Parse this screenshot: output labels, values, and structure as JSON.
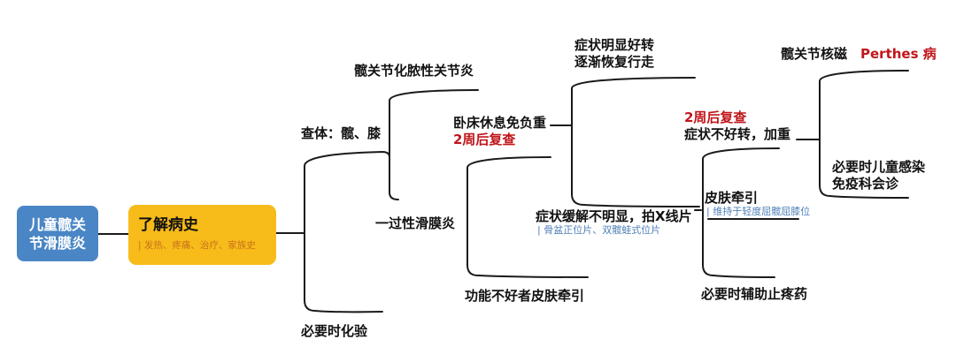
{
  "root": {
    "line1": "儿童髋关",
    "line2": "节滑膜炎"
  },
  "history": {
    "title": "了解病史",
    "note": "| 发热、疼痛、治疗、家族史"
  },
  "exam": "查体：髋、膝",
  "lab": "必要时化验",
  "suppurative": "髋关节化脓性关节炎",
  "transient": "一过性滑膜炎",
  "bedrest": {
    "label": "卧床休息免负重",
    "recheck": "2周后复查"
  },
  "skin_traction_if_poor": "功能不好者皮肤牵引",
  "improved": {
    "line1": "症状明显好转",
    "line2": "逐渐恢复行走"
  },
  "xray": {
    "label": "症状缓解不明显，拍X线片",
    "note": "| 骨盆正位片、双髋蛙式位片"
  },
  "worse": {
    "recheck": "2周后复查",
    "label": "症状不好转，加重"
  },
  "skin_traction": {
    "label": "皮肤牵引",
    "note": "| 维持于轻度屈髋屈膝位"
  },
  "analgesic": "必要时辅助止疼药",
  "mri": {
    "label": "髋关节核磁",
    "perthes": "Perthes 病"
  },
  "consult": {
    "line1": "必要时儿童感染",
    "line2": "免疫科会诊"
  },
  "colors": {
    "root": "#4a86c5",
    "history": "#f7bc1a",
    "alert": "#c0161b",
    "note": "#4f7fb8",
    "line": "#1a1a1a"
  }
}
